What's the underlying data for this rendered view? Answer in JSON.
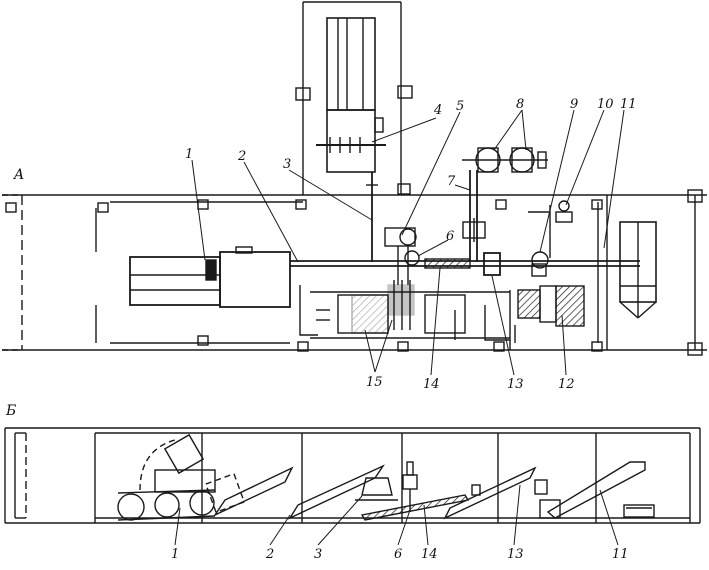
{
  "views": {
    "plan": "A",
    "section": "Б"
  },
  "plan_labels": [
    "1",
    "2",
    "3",
    "4",
    "5",
    "6",
    "7",
    "8",
    "9",
    "10",
    "11",
    "12",
    "13",
    "14",
    "15"
  ],
  "section_labels": [
    "1",
    "2",
    "3",
    "6",
    "14",
    "13",
    "11"
  ],
  "colors": {
    "ink": "#1a1a1a",
    "paper": "#ffffff"
  }
}
